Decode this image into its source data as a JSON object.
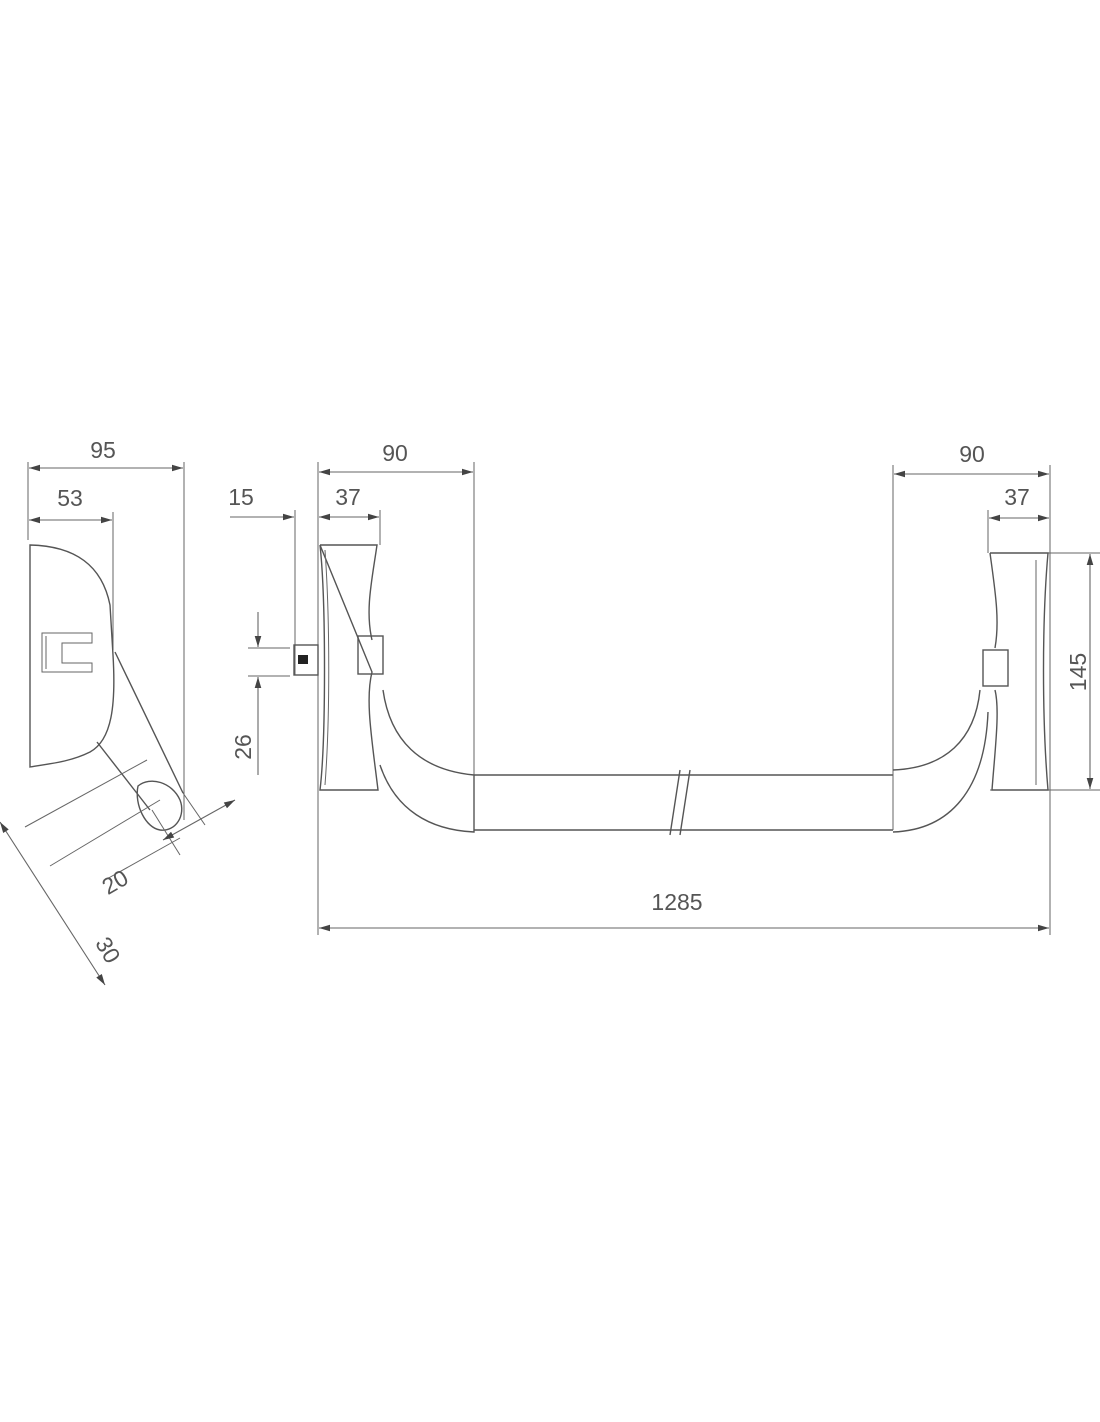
{
  "drawing": {
    "side_view": {
      "depth_total": "95",
      "depth_body": "53",
      "bar_diameter": "20",
      "bar_offset": "30"
    },
    "front_view": {
      "left_end": {
        "width_total": "90",
        "plate_width": "37",
        "latch_projection": "15",
        "latch_height": "26"
      },
      "right_end": {
        "width_total": "90",
        "plate_width": "37",
        "plate_height": "145"
      },
      "overall_length": "1285"
    }
  }
}
